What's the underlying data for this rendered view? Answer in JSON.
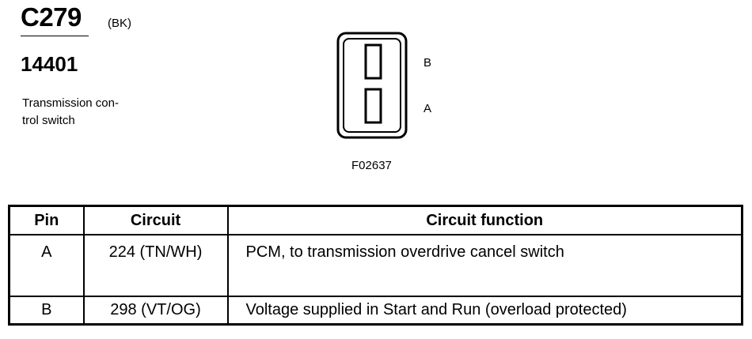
{
  "connector": {
    "id": "C279",
    "color": "(BK)",
    "part_number": "14401",
    "description_lines": [
      "Transmission con-",
      "trol switch"
    ]
  },
  "figure": {
    "id": "F02637",
    "pin_labels": {
      "top": "B",
      "bottom": "A"
    }
  },
  "table": {
    "headers": {
      "pin": "Pin",
      "circuit": "Circuit",
      "function": "Circuit function"
    },
    "rows": [
      {
        "pin": "A",
        "circuit": "224 (TN/WH)",
        "function": "PCM, to transmission overdrive cancel switch"
      },
      {
        "pin": "B",
        "circuit": "298 (VT/OG)",
        "function": "Voltage supplied in Start and Run (overload protected)"
      }
    ]
  }
}
